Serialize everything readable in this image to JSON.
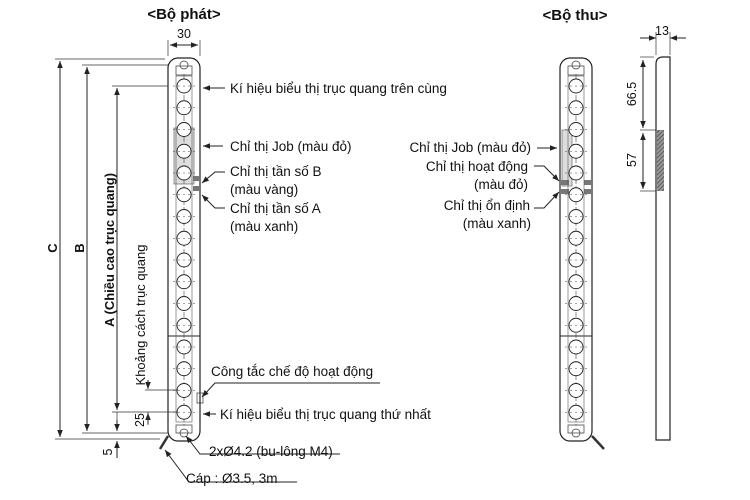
{
  "titles": {
    "emitter": "<Bộ phát>",
    "receiver": "<Bộ thu>"
  },
  "dimensions": {
    "width": "30",
    "depth": "13",
    "top_offset": "66.5",
    "indicator_length": "57",
    "pitch": "25",
    "bottom_offset": "5",
    "C": "C",
    "B": "B",
    "A": "A (Chiều cao trục quang)",
    "pitch_label": "Khoảng cách trục quang"
  },
  "emitter_labels": {
    "top_axis": "Kí hiệu biểu thị trục quang trên cùng",
    "job": "Chỉ thị Job (màu đỏ)",
    "freq_b": "Chỉ thị tần số B",
    "freq_b_color": "(màu vàng)",
    "freq_a": "Chỉ thị tần số A",
    "freq_a_color": "(màu xanh)",
    "mode_switch": "Công tắc chế độ hoạt động",
    "first_axis": "Kí hiệu biểu thị trục quang thứ nhất",
    "bolt": "2xØ4.2 (bu-lông M4)",
    "cable": "Cáp : Ø3.5, 3m"
  },
  "receiver_labels": {
    "job": "Chỉ thị Job (màu đỏ)",
    "operation": "Chỉ thị hoạt động",
    "operation_color": "(màu đỏ)",
    "stable": "Chỉ thị ổn định",
    "stable_color": "(màu xanh)"
  }
}
